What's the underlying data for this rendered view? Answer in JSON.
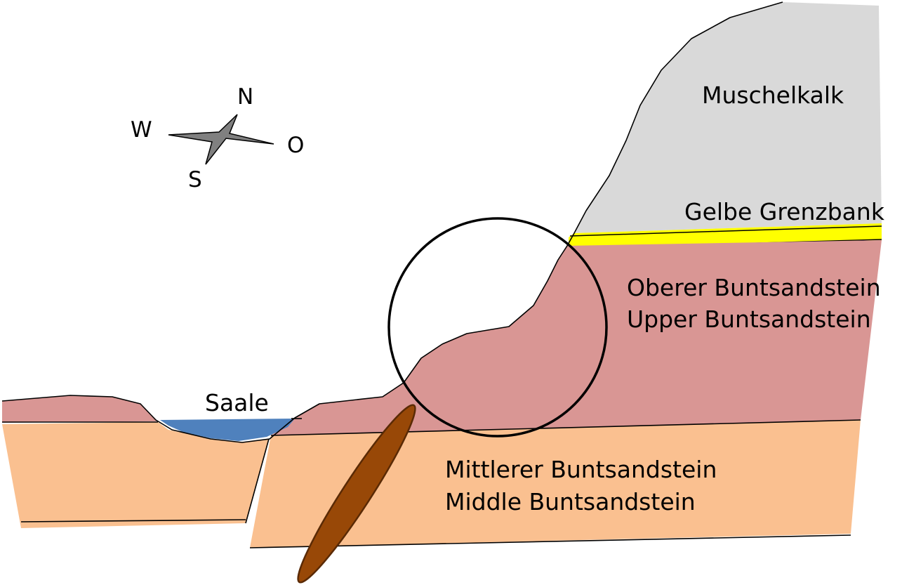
{
  "compass": {
    "north": "N",
    "west": "W",
    "east": "O",
    "south": "S",
    "icon": "compass-rose-icon"
  },
  "layers": {
    "muschelkalk": {
      "label": "Muschelkalk",
      "color": "#D9D9D9"
    },
    "gelbe_grenzbank": {
      "label": "Gelbe Grenzbank",
      "color": "#FFFF00"
    },
    "oberer": {
      "label_de": "Oberer Buntsandstein",
      "label_en": "Upper Buntsandstein",
      "color": "#D99694"
    },
    "mittlerer": {
      "label_de": "Mittlerer Buntsandstein",
      "label_en": "Middle Buntsandstein",
      "color": "#FAC090"
    }
  },
  "river": {
    "label": "Saale",
    "color": "#4F81BD"
  },
  "dike_color": "#984807"
}
